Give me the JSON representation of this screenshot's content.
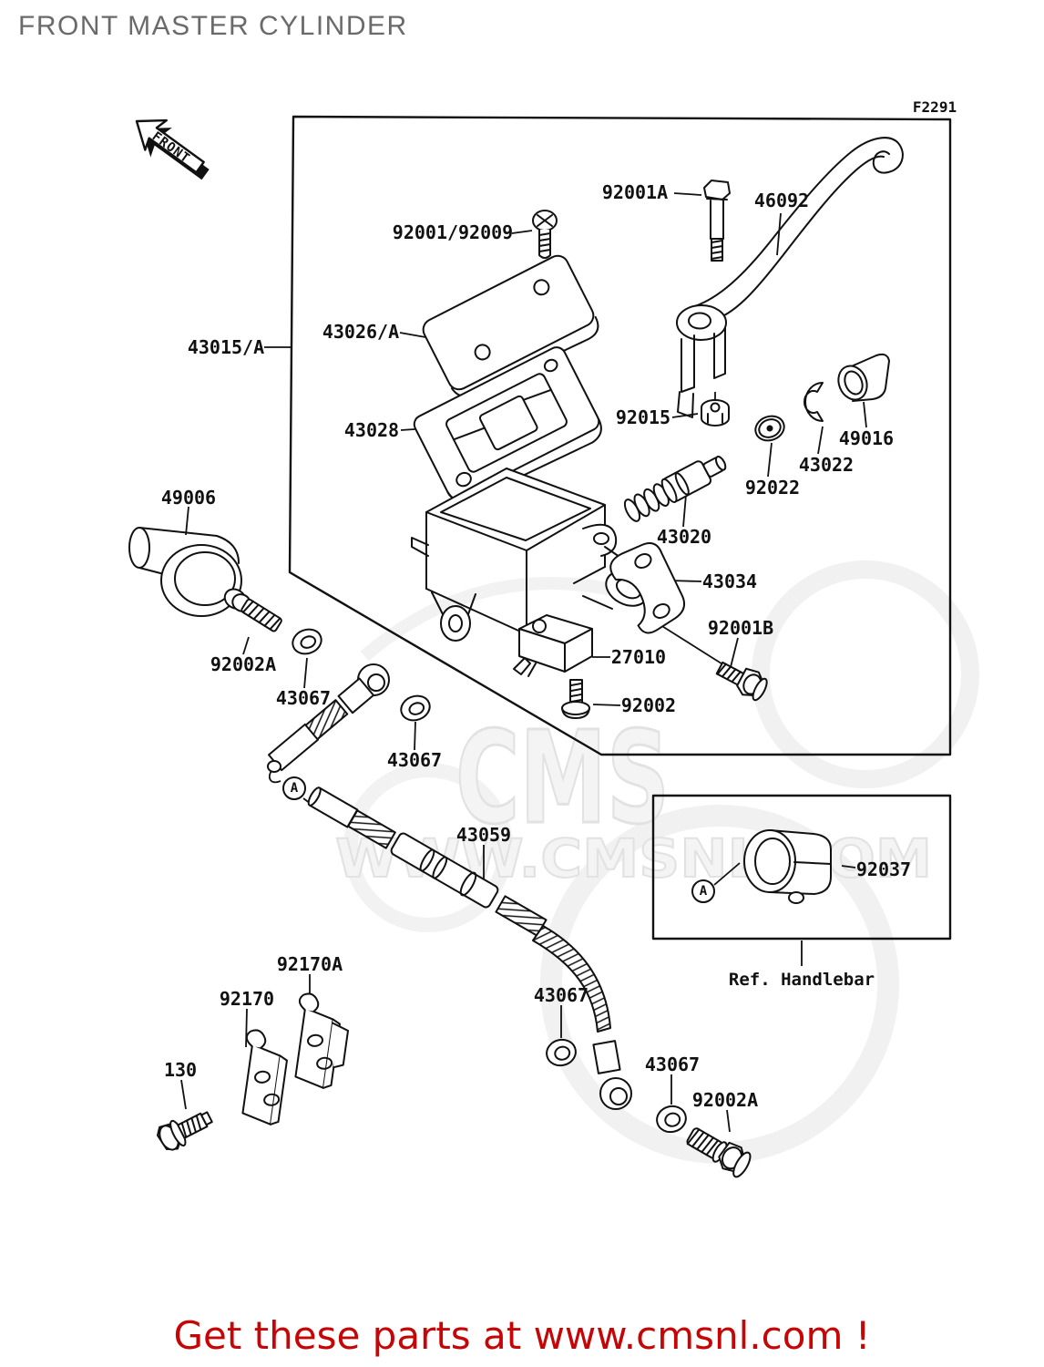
{
  "page": {
    "title": "FRONT MASTER CYLINDER",
    "footer": {
      "text": "Get these parts at www.cmsnl.com !"
    }
  },
  "diagram": {
    "code": "F2291",
    "front_arrow_label": "FRONT",
    "ref_note": "Ref. Handlebar",
    "connector_marker": "A",
    "watermark": {
      "brand": "CMS",
      "url": "WWW.CMSNL.COM"
    },
    "parts": {
      "p92001a": "92001A",
      "p46092": "46092",
      "p92001_92009": "92001/92009",
      "p43026a": "43026/A",
      "p43015a": "43015/A",
      "p43028": "43028",
      "p92015": "92015",
      "p49016": "49016",
      "p43022": "43022",
      "p92022": "92022",
      "p43020": "43020",
      "p49006": "49006",
      "p43034": "43034",
      "p92001b": "92001B",
      "p27010": "27010",
      "p92002": "92002",
      "p92002a": "92002A",
      "p43067": "43067",
      "p43059": "43059",
      "p92037": "92037",
      "p92170a": "92170A",
      "p92170": "92170",
      "p130": "130"
    },
    "colors": {
      "title_gray": "#6a6a6a",
      "line_black": "#111111",
      "footer_red": "#c60606",
      "watermark_gray": "#e9e9e9"
    }
  }
}
